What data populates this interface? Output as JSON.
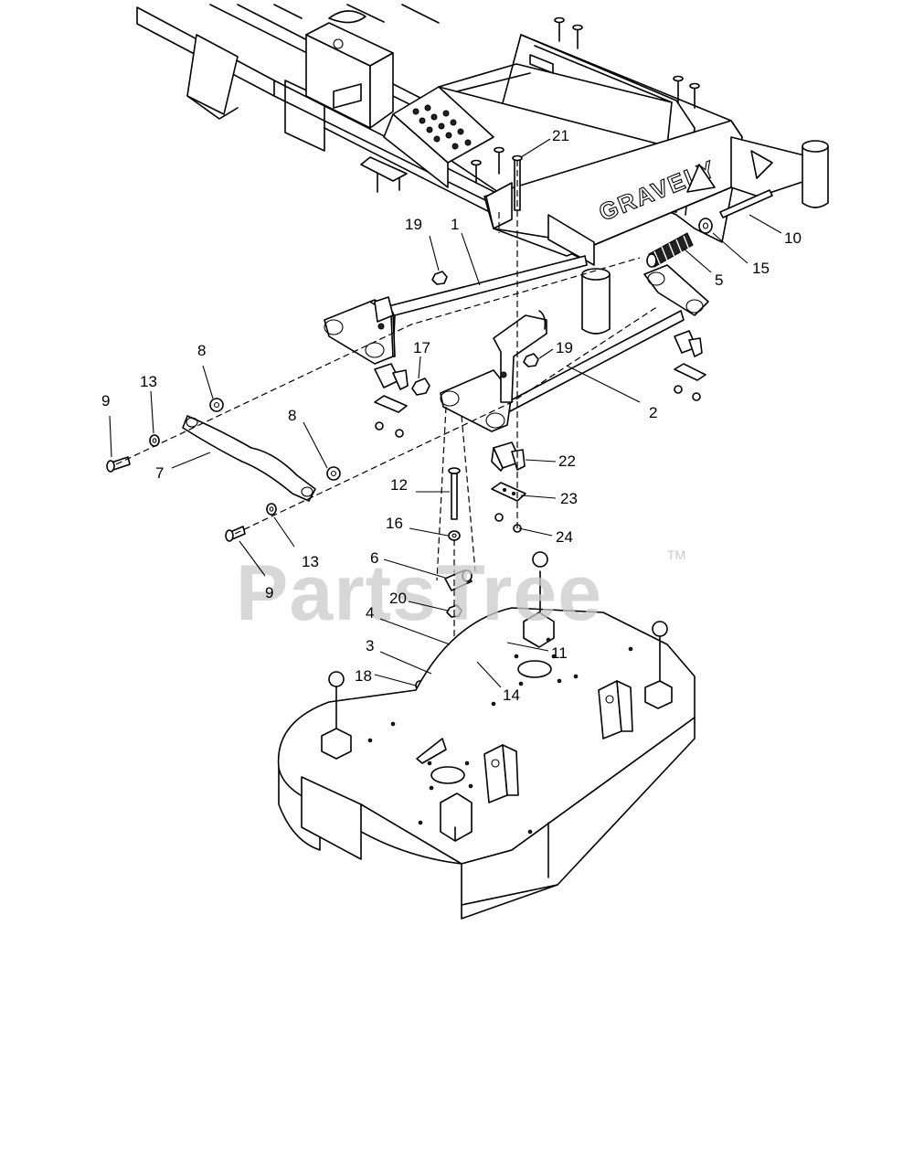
{
  "brand_label": "GRAVELY",
  "watermark": {
    "text": "PartsTree",
    "trademark": "TM"
  },
  "callouts": [
    "1",
    "2",
    "3",
    "4",
    "5",
    "6",
    "7",
    "8",
    "8",
    "9",
    "9",
    "10",
    "11",
    "12",
    "13",
    "13",
    "14",
    "15",
    "16",
    "17",
    "18",
    "19",
    "19",
    "20",
    "21",
    "22",
    "23",
    "24"
  ]
}
